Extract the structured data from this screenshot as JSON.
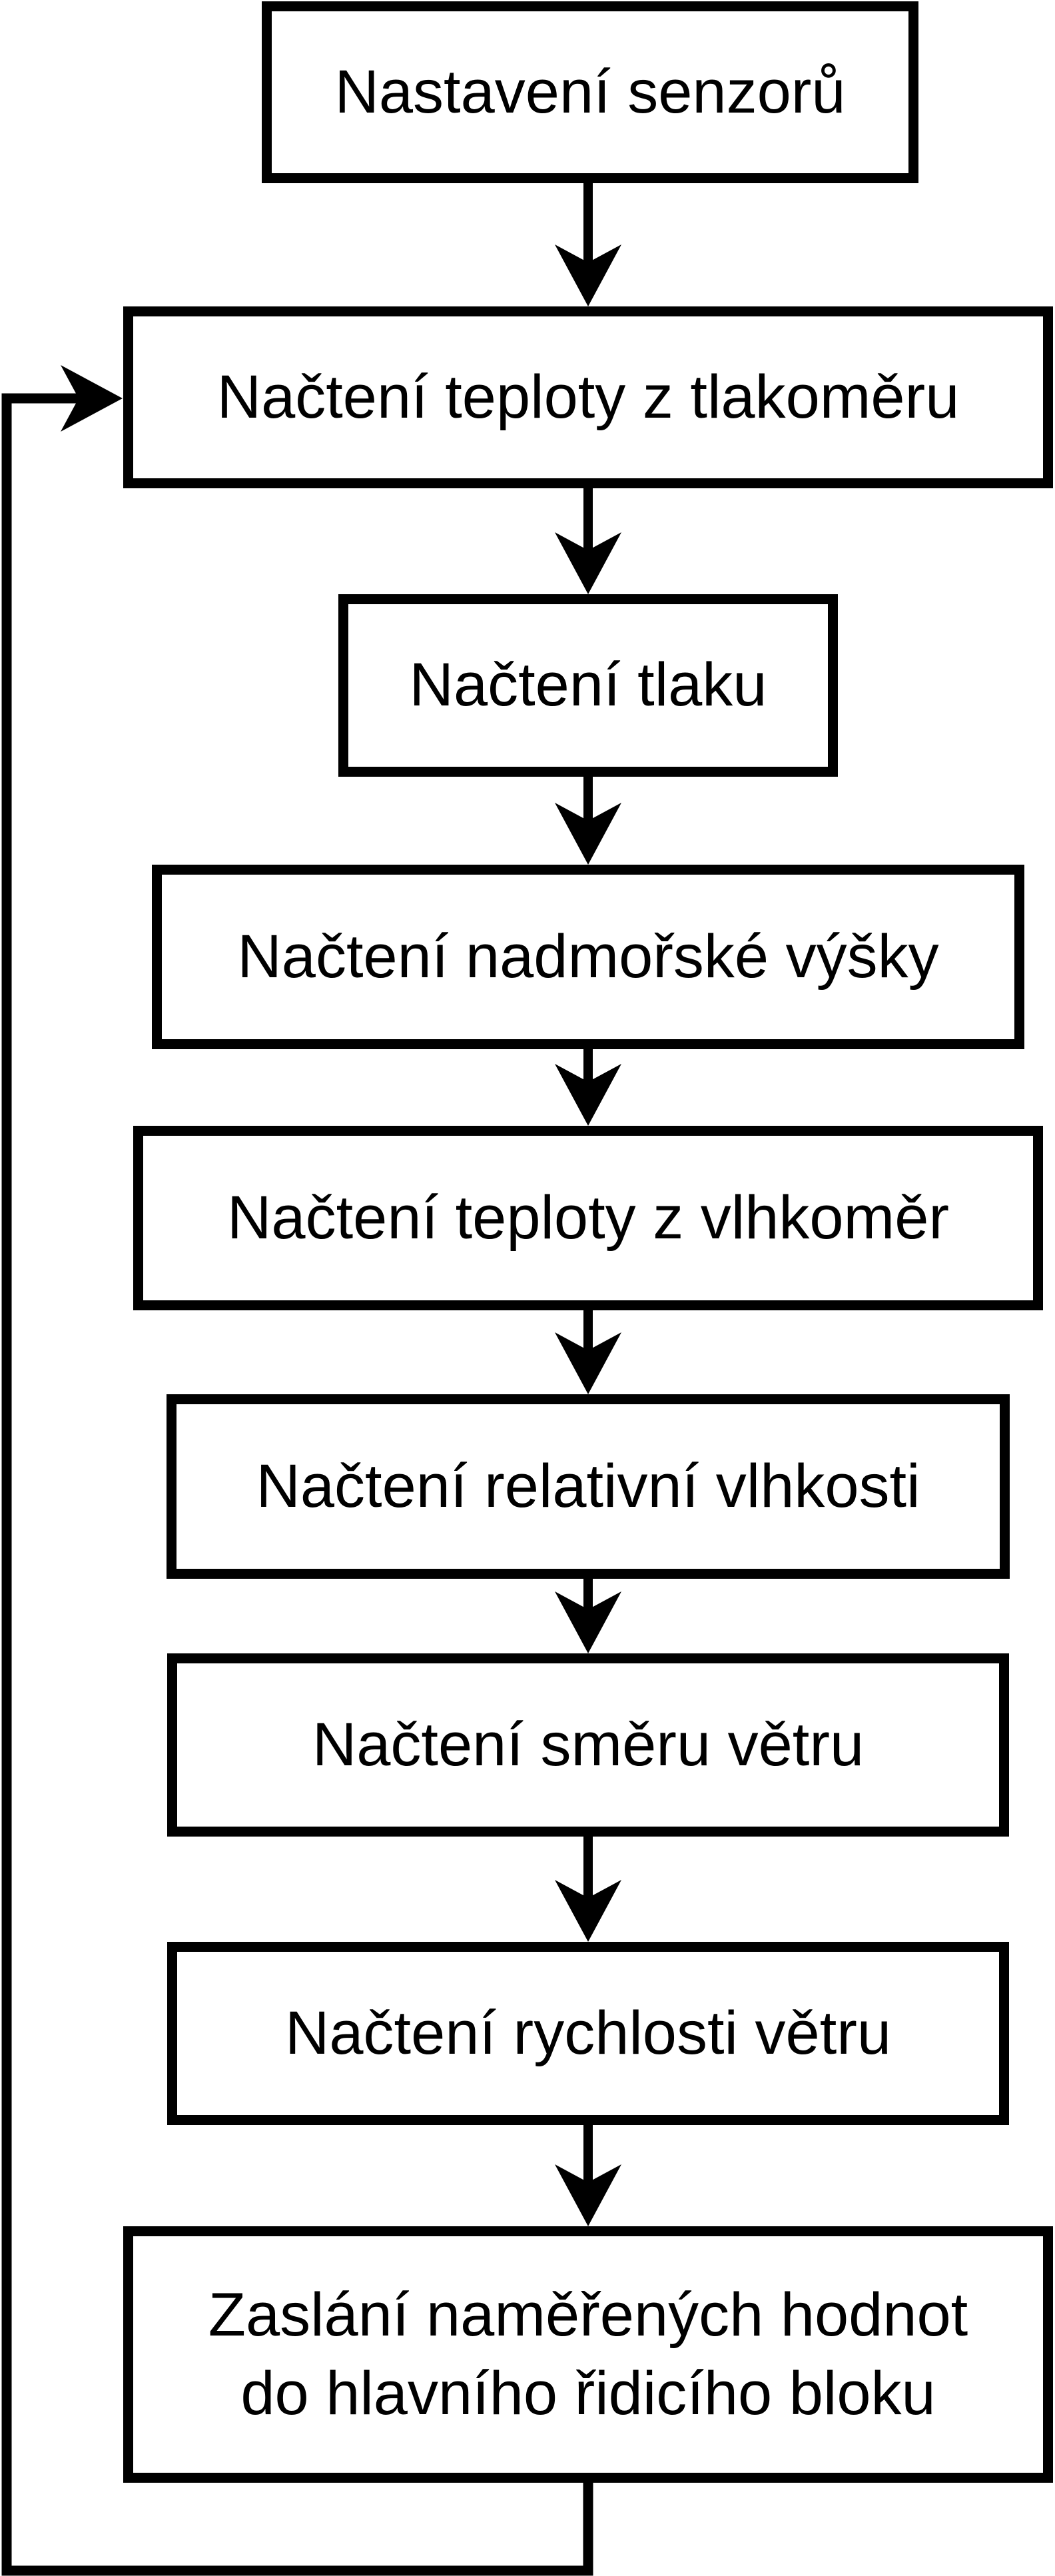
{
  "diagram": {
    "type": "flowchart",
    "background_color": "#ffffff",
    "stroke_color": "#000000",
    "text_color": "#000000",
    "nodes": [
      {
        "id": "sensor-setup",
        "label": "Nastavení senzorů"
      },
      {
        "id": "read-temp-barometer",
        "label": "Načtení teploty z tlakoměru"
      },
      {
        "id": "read-pressure",
        "label": "Načtení tlaku"
      },
      {
        "id": "read-altitude",
        "label": "Načtení nadmořské výšky"
      },
      {
        "id": "read-temp-hygrometer",
        "label": "Načtení teploty z vlhkoměr"
      },
      {
        "id": "read-relative-humidity",
        "label": "Načtení relativní vlhkosti"
      },
      {
        "id": "read-wind-direction",
        "label": "Načtení směru větru"
      },
      {
        "id": "read-wind-speed",
        "label": "Načtení rychlosti větru"
      },
      {
        "id": "send-values",
        "label": "Zaslání naměřených hodnot\ndo hlavního řidicího bloku"
      }
    ],
    "edges": [
      {
        "from": "sensor-setup",
        "to": "read-temp-barometer",
        "kind": "forward"
      },
      {
        "from": "read-temp-barometer",
        "to": "read-pressure",
        "kind": "forward"
      },
      {
        "from": "read-pressure",
        "to": "read-altitude",
        "kind": "forward"
      },
      {
        "from": "read-altitude",
        "to": "read-temp-hygrometer",
        "kind": "forward"
      },
      {
        "from": "read-temp-hygrometer",
        "to": "read-relative-humidity",
        "kind": "forward"
      },
      {
        "from": "read-relative-humidity",
        "to": "read-wind-direction",
        "kind": "forward"
      },
      {
        "from": "read-wind-direction",
        "to": "read-wind-speed",
        "kind": "forward"
      },
      {
        "from": "read-wind-speed",
        "to": "send-values",
        "kind": "forward"
      },
      {
        "from": "send-values",
        "to": "read-temp-barometer",
        "kind": "loop-back"
      }
    ]
  }
}
